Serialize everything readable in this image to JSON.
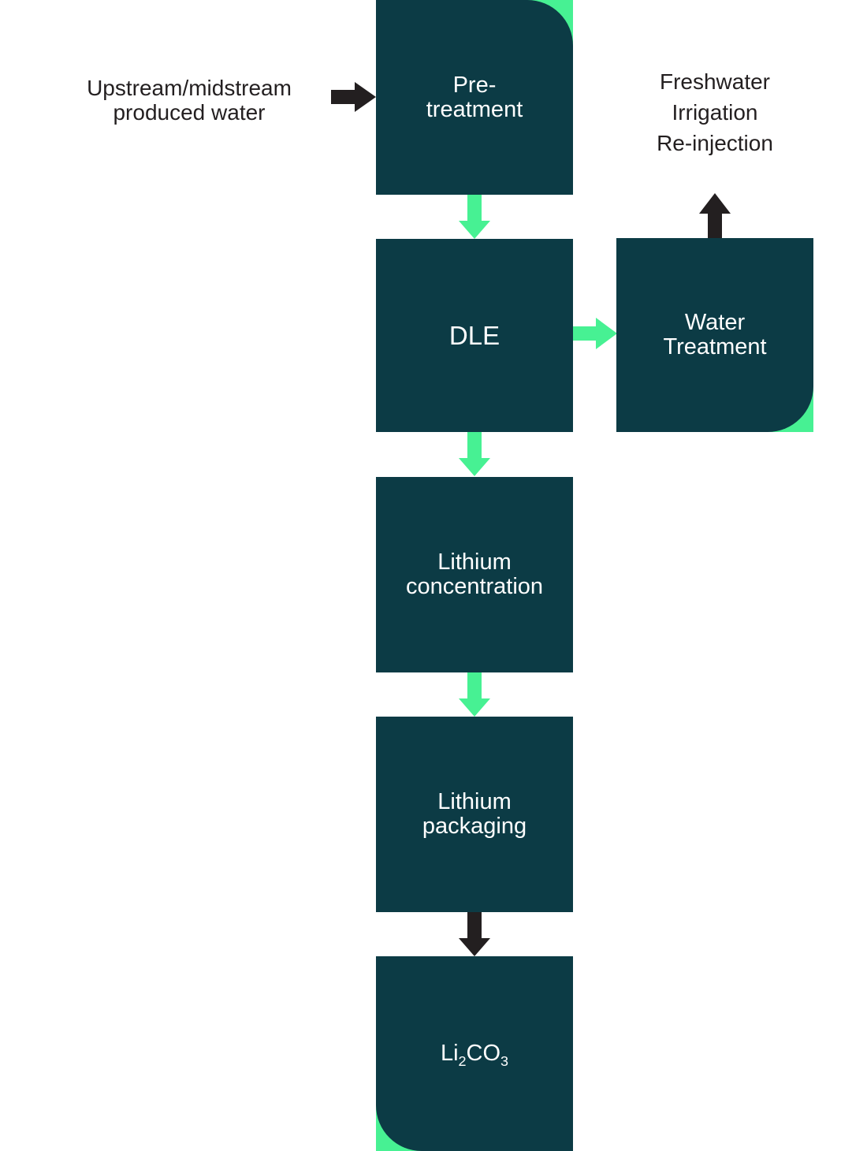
{
  "colors": {
    "box_teal": "#0C3B45",
    "accent_green": "#47F193",
    "arrow_black": "#231F20",
    "box_text": "#FFFFFF",
    "label_text": "#231F20",
    "background": "#FFFFFF"
  },
  "diagram": {
    "type": "process-flowchart",
    "input_label": {
      "line1": "Upstream/midstream",
      "line2": "produced water"
    },
    "output_label": {
      "line1": "Freshwater",
      "line2": "Irrigation",
      "line3": "Re-injection"
    },
    "nodes": {
      "pretreatment": {
        "line1": "Pre-",
        "line2": "treatment"
      },
      "dle": {
        "label": "DLE"
      },
      "water_treatment": {
        "line1": "Water",
        "line2": "Treatment"
      },
      "lithium_concentration": {
        "line1": "Lithium",
        "line2": "concentration"
      },
      "lithium_packaging": {
        "line1": "Lithium",
        "line2": "packaging"
      },
      "li2co3": {
        "p1": "Li",
        "sub1": "2",
        "p2": "CO",
        "sub2": "3"
      }
    },
    "arrows": [
      {
        "name": "input-to-pretreatment",
        "direction": "right",
        "color": "black"
      },
      {
        "name": "pretreatment-to-dle",
        "direction": "down",
        "color": "green"
      },
      {
        "name": "dle-to-water-treatment",
        "direction": "right",
        "color": "green"
      },
      {
        "name": "water-treatment-to-freshwater",
        "direction": "up",
        "color": "black"
      },
      {
        "name": "dle-to-lithium-concentration",
        "direction": "down",
        "color": "green"
      },
      {
        "name": "lithium-concentration-to-packaging",
        "direction": "down",
        "color": "green"
      },
      {
        "name": "packaging-to-li2co3",
        "direction": "down",
        "color": "black"
      }
    ]
  }
}
